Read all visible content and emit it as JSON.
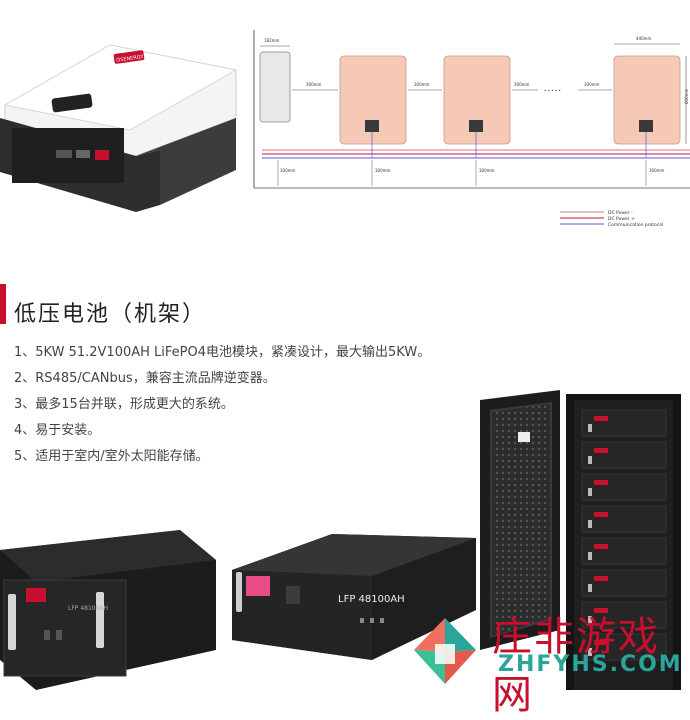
{
  "inverter": {
    "brand_text": "OSENERGY"
  },
  "diagram": {
    "width_label_left": "182mm",
    "width_label_right": "440mm",
    "gap_labels": [
      "300mm",
      "300mm",
      "300mm",
      "300mm"
    ],
    "height_label": "600mm",
    "bottom_labels": [
      "300mm",
      "300mm",
      "300mm",
      "300mm"
    ],
    "ellipsis": "• • • • •",
    "legend": [
      {
        "label": "DC Power -",
        "color": "#e06c8c"
      },
      {
        "label": "DC Power +",
        "color": "#c8102e"
      },
      {
        "label": "Communication protocol",
        "color": "#5a5ad8"
      }
    ]
  },
  "section": {
    "title": "低压电池（机架）",
    "items": [
      "1、5KW 51.2V100AH LiFePO4电池模块，紧凑设计，最大输出5KW。",
      "2、RS485/CANbus，兼容主流品牌逆变器。",
      "3、最多15台并联，形成更大的系统。",
      "4、易于安装。",
      "5、适用于室内/室外太阳能存储。"
    ]
  },
  "battery_module_label": "LFP 48100AH",
  "watermark": {
    "cn": "庄非游戏网",
    "en": "ZHFYHS.COM"
  },
  "colors": {
    "accent": "#c8102e",
    "battery_pink": "#f5c9b6",
    "dark_chassis": "#2b2b2b",
    "watermark_teal": "#2aa59a"
  }
}
